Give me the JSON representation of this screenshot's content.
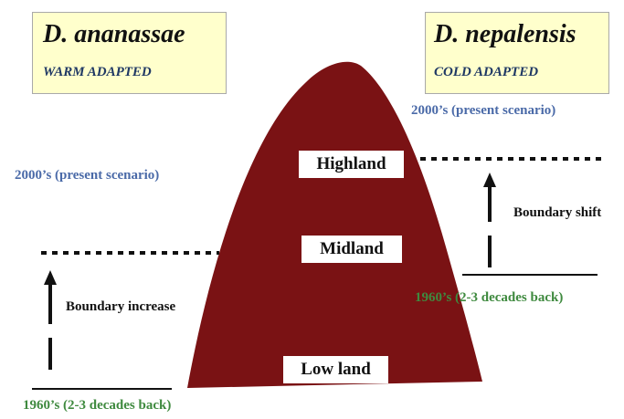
{
  "left": {
    "species": "D. ananassae",
    "adaptation": "WARM ADAPTED",
    "present_label": "2000’s (present scenario)",
    "past_label": "1960’s (2-3 decades back)",
    "arrow_label": "Boundary increase"
  },
  "right": {
    "species": "D. nepalensis",
    "adaptation": "COLD ADAPTED",
    "present_label": "2000’s (present scenario)",
    "past_label": "1960’s (2-3 decades back)",
    "arrow_label": "Boundary shift"
  },
  "mountain": {
    "color": "#7a1214",
    "zones": [
      "Highland",
      "Midland",
      "Low land"
    ]
  },
  "colors": {
    "box_fill": "#ffffcc",
    "present_text": "#4a6aa8",
    "past_text": "#3f8a3f"
  }
}
